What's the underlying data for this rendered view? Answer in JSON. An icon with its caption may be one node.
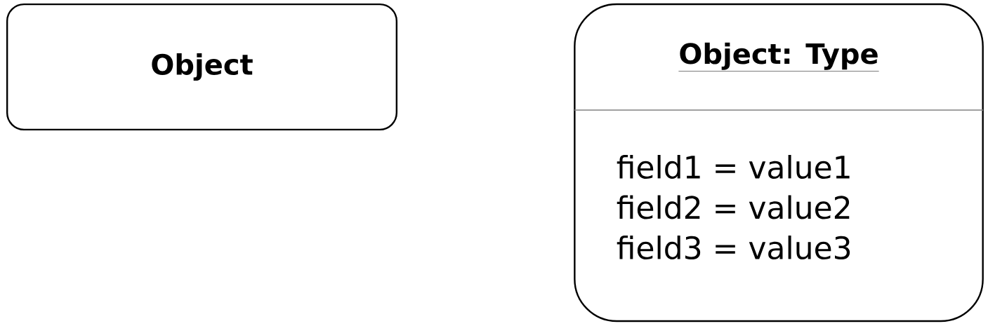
{
  "diagram": {
    "nodes": [
      {
        "text": [
          "Object"
        ]
      },
      {
        "text": [
          "Object: Type",
          "field1 = value1",
          "field2 = value2",
          "field3 = value3"
        ]
      }
    ]
  }
}
